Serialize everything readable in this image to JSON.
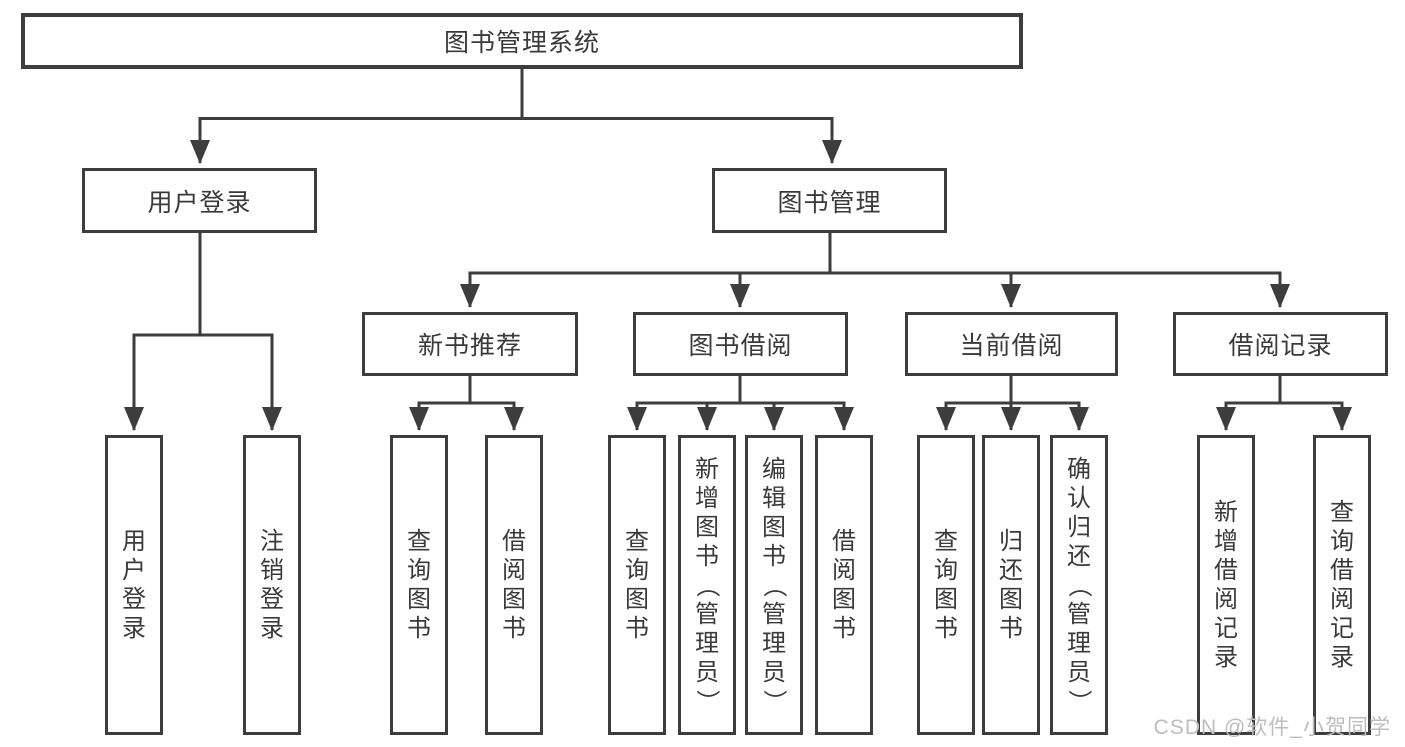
{
  "diagram": {
    "title": "图书管理系统",
    "level2": [
      {
        "label": "用户登录"
      },
      {
        "label": "图书管理"
      }
    ],
    "level3": [
      {
        "label": "新书推荐"
      },
      {
        "label": "图书借阅"
      },
      {
        "label": "当前借阅"
      },
      {
        "label": "借阅记录"
      }
    ],
    "leaf_groups": [
      {
        "parent": "用户登录",
        "children": [
          "用户登录",
          "注销登录"
        ]
      },
      {
        "parent": "新书推荐",
        "children": [
          "查询图书",
          "借阅图书"
        ]
      },
      {
        "parent": "图书借阅",
        "children": [
          "查询图书",
          "新增图书（管理员）",
          "编辑图书（管理员）",
          "借阅图书"
        ]
      },
      {
        "parent": "当前借阅",
        "children": [
          "查询图书",
          "归还图书",
          "确认归还（管理员）"
        ]
      },
      {
        "parent": "借阅记录",
        "children": [
          "新增借阅记录",
          "查询借阅记录"
        ]
      }
    ]
  },
  "watermark": "CSDN @软件_小贺同学",
  "colors": {
    "line": "#3d3d3d",
    "text": "#3a3a3a",
    "box_background": "#ffffff",
    "watermark": "#bdbdbd",
    "page_background": "#ffffff"
  }
}
